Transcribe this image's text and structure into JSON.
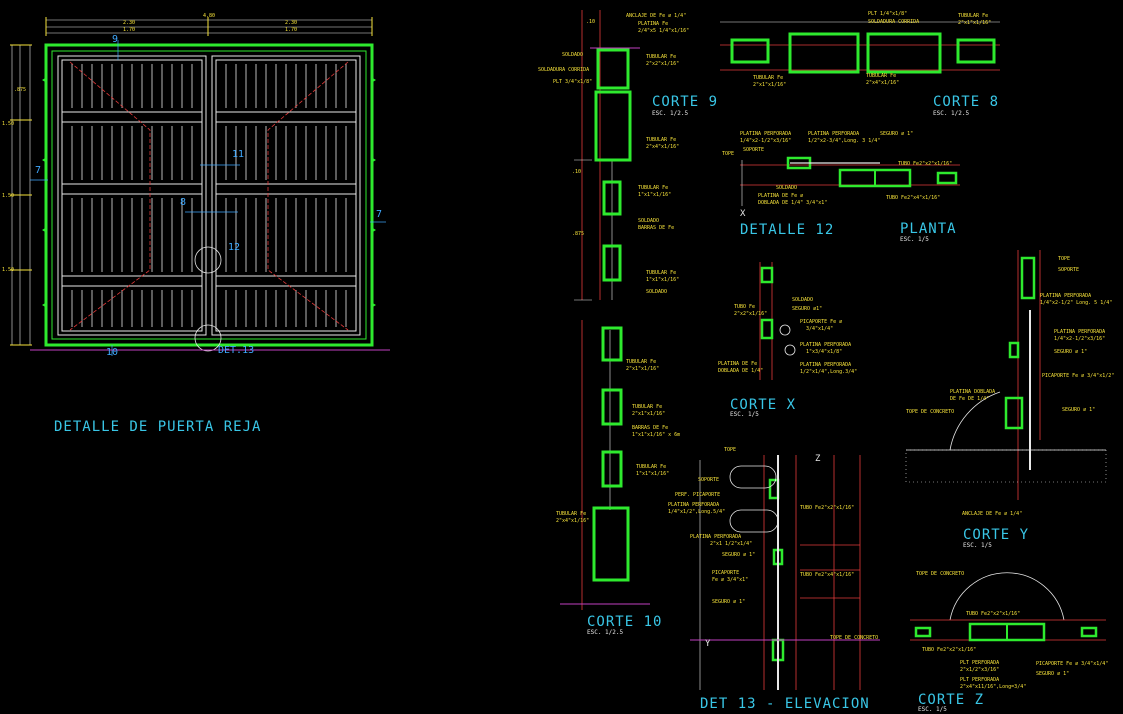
{
  "colors": {
    "background": "#000000",
    "frame_green": "#2eea2e",
    "structure_white": "#e8e8e8",
    "dim_yellow": "#f6e23a",
    "hidden_red": "#e23a3a",
    "title_cyan": "#39c6e6",
    "ground_magenta": "#c040c0",
    "tag_blue": "#3fa9ff"
  },
  "titles": {
    "main": "DETALLE DE PUERTA REJA",
    "corte9": "CORTE  9",
    "corte8": "CORTE  8",
    "corte10": "CORTE  10",
    "detalle12": "DETALLE 12",
    "planta": "PLANTA",
    "cortex": "CORTE X",
    "cortey": "CORTE Y",
    "cortez": "CORTE Z",
    "det13": "DET 13 - ELEVACION"
  },
  "scales": {
    "corte9": "ESC. 1/2.5",
    "corte8": "ESC. 1/2.5",
    "corte10": "ESC. 1/2.5",
    "planta": "ESC. 1/5",
    "cortex": "ESC. 1/5",
    "cortey": "ESC. 1/5",
    "cortez": "ESC. 1/5"
  },
  "section_tags": {
    "t9": "9",
    "t11": "11",
    "t8": "8",
    "t12": "12",
    "t7a": "7",
    "t7b": "7",
    "t10": "10",
    "det13": "DET.13",
    "z": "Z",
    "x": "X",
    "y": "Y"
  },
  "dims": {
    "top_total": "4.80",
    "top_l": "2.30",
    "top_r": "2.30",
    "sub1": "1.70",
    "sub2": "1.70",
    "side1": "1.50",
    "side2": "1.50",
    "side3": "1.50",
    "side4": ".875",
    "d10a": ".10",
    "d10b": ".10",
    "d875": ".875"
  },
  "notes": {
    "c9_anclaje": "ANCLAJE DE Fe ⌀ 1/4\"",
    "c9_platina": "PLATINA Fe",
    "c9_platina_dim": "2/4\"x5 1/4\"x1/16\"",
    "c9_soldado": "SOLDADO",
    "c9_soldadura": "SOLDADURA CORRIDA",
    "c9_plt": "PLT 3/4\"x1/8\"",
    "c9_tubular1": "TUBULAR Fe",
    "c9_tubular1_dim": "2\"x2\"x1/16\"",
    "c9_tubular2": "TUBULAR Fe",
    "c9_tubular2_dim": "2\"x4\"x1/16\"",
    "c9_tubular3": "TUBULAR Fe",
    "c9_tubular3_dim": "1\"x1\"x1/16\"",
    "c9_soldado2": "SOLDADO",
    "c9_barras": "BARRAS DE Fe",
    "c9_tubular4": "TUBULAR Fe",
    "c9_tubular4_dim": "1\"x1\"x1/16\"",
    "c9_soldado3": "SOLDADO",
    "c10_tubular1": "TUBULAR Fe",
    "c10_tubular1_dim": "2\"x1\"x1/16\"",
    "c10_tubular2": "TUBULAR Fe",
    "c10_tubular2_dim": "2\"x1\"x1/16\"",
    "c10_barras": "BARRAS DE Fe",
    "c10_barras_dim": "1\"x1\"x1/16\" x 6m",
    "c10_tubular3": "TUBULAR Fe",
    "c10_tubular3_dim": "1\"x1\"x1/16\"",
    "c10_tubular4": "TUBULAR Fe",
    "c10_tubular4_dim": "2\"x4\"x1/16\"",
    "c8_plt": "PLT 1/4\"x1/8\"",
    "c8_soldadura": "SOLDADURA CORRIDA",
    "c8_tubular1": "TUBULAR Fe",
    "c8_tubular1_dim": "2\"x1\"x1/16\"",
    "c8_tubular2": "TUBULAR Fe",
    "c8_tubular2_dim": "2\"x1\"x1/16\"",
    "c8_tubular3": "TUBULAR Fe",
    "c8_tubular3_dim": "2\"x4\"x1/16\"",
    "d12_tope": "TOPE",
    "d12_soporte": "SOPORTE",
    "d12_platina1": "PLATINA PERFORADA",
    "d12_platina1_dim": "1/4\"x2-1/2\"x3/16\"",
    "d12_platina2": "PLATINA PERFORADA",
    "d12_platina2_dim": "1/2\"x2-3/4\",Long. 3 1/4\"",
    "d12_seguro": "SEGURO ⌀ 1\"",
    "d12_tubo1": "TUBO Fe2\"x2\"x1/16\"",
    "d12_soldado": "SOLDADO",
    "d12_platina3": "PLATINA DE Fe ⌀",
    "d12_doblada": "DOBLADA DE 1/4\" 3/4\"x1\"",
    "d12_tubo2": "TUBO Fe2\"x4\"x1/16\"",
    "cx_tubo": "TUBO Fe",
    "cx_tubo_dim": "2\"x2\"x1/16\"",
    "cx_soldado": "SOLDADO",
    "cx_seguro": "SEGURO ⌀1\"",
    "cx_piceaporte": "PICAPORTE Fe ⌀",
    "cx_piceaporte_dim": "3/4\"x1/4\"",
    "cx_platina1": "PLATINA PERFORADA",
    "cx_platina1_dim": "1\"x3/4\"x1/8\"",
    "cx_platina2": "PLATINA DE Fe",
    "cx_platina2_dim": "DOBLADA DE 1/4\"",
    "cx_platina3": "PLATINA PERFORADA",
    "cx_platina3_dim": "1/2\"x1/4\",Long.3/4\"",
    "cy_tope": "TOPE",
    "cy_soporte": "SOPORTE",
    "cy_platina1": "PLATINA PERFORADA",
    "cy_platina1_dim": "1/4\"x2-1/2\" Long. 5 1/4\"",
    "cy_platina2": "PLATINA PERFORADA",
    "cy_platina2_dim": "1/4\"x2-1/2\"x3/16\"",
    "cy_seguro1": "SEGURO ⌀ 1\"",
    "cy_piceaporte": "PICAPORTE Fe ⌀ 3/4\"x1/2\"",
    "cy_doblada": "PLATINA DOBLADA",
    "cy_doblada_dim": "DE Fe DE 1/4\"",
    "cy_tope_conc": "TOPE DE CONCRETO",
    "cy_seguro2": "SEGURO ⌀ 1\"",
    "cy_anclaje": "ANCLAJE DE Fe ⌀ 1/4\"",
    "cz_tope_conc": "TOPE DE CONCRETO",
    "cz_tubo1": "TUBO Fe2\"x2\"x1/16\"",
    "cz_tubo2": "TUBO Fe2\"x2\"x1/16\"",
    "cz_platina": "PLT PERFORADA",
    "cz_platina_dim": "2\"x1/2\"x3/16\"",
    "cz_piceaporte": "PICAPORTE Fe ⌀ 3/4\"x1/4\"",
    "cz_seguro": "SEGURO ⌀ 1\"",
    "cz_platina2": "PLT PERFORADA",
    "cz_platina2_dim": "2\"x4\"x11/16\",Long=3/4\"",
    "d13_tope": "TOPE",
    "d13_soporte": "SOPORTE",
    "d13_perf": "PERF. PICAPORTE",
    "d13_platina1": "PLATINA PERFORADA",
    "d13_platina1_dim": "1/4\"x1/2\",Long.5/4\"",
    "d13_platina2": "PLATINA PERFORADA",
    "d13_platina2_dim": "2\"x1 1/2\"x1/4\"",
    "d13_seguro1": "SEGURO ⌀ 1\"",
    "d13_piceaporte": "PICAPORTE",
    "d13_piceaporte_dim": "Fe ⌀ 3/4\"x1\"",
    "d13_seguro2": "SEGURO ⌀ 1\"",
    "d13_tubo1": "TUBO Fe2\"x2\"x1/16\"",
    "d13_tubo2": "TUBO Fe2\"x4\"x1/16\"",
    "d13_tope_conc": "TOPE DE CONCRETO"
  }
}
